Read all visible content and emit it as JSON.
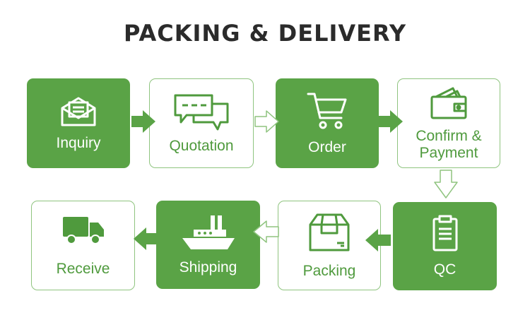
{
  "title": "PACKING & DELIVERY",
  "colors": {
    "accent": "#5aa346",
    "outline": "#8fc47f",
    "title": "#2b2b2b"
  },
  "steps": [
    {
      "id": "inquiry",
      "label": "Inquiry",
      "icon": "envelope-icon",
      "style": "filled"
    },
    {
      "id": "quotation",
      "label": "Quotation",
      "icon": "chat-bubbles-icon",
      "style": "outline"
    },
    {
      "id": "order",
      "label": "Order",
      "icon": "cart-icon",
      "style": "filled"
    },
    {
      "id": "payment",
      "label": "Confirm &\nPayment",
      "icon": "wallet-icon",
      "style": "outline"
    },
    {
      "id": "qc",
      "label": "QC",
      "icon": "clipboard-icon",
      "style": "filled"
    },
    {
      "id": "packing",
      "label": "Packing",
      "icon": "box-icon",
      "style": "outline"
    },
    {
      "id": "shipping",
      "label": "Shipping",
      "icon": "ship-icon",
      "style": "filled"
    },
    {
      "id": "receive",
      "label": "Receive",
      "icon": "truck-icon",
      "style": "outline"
    }
  ]
}
